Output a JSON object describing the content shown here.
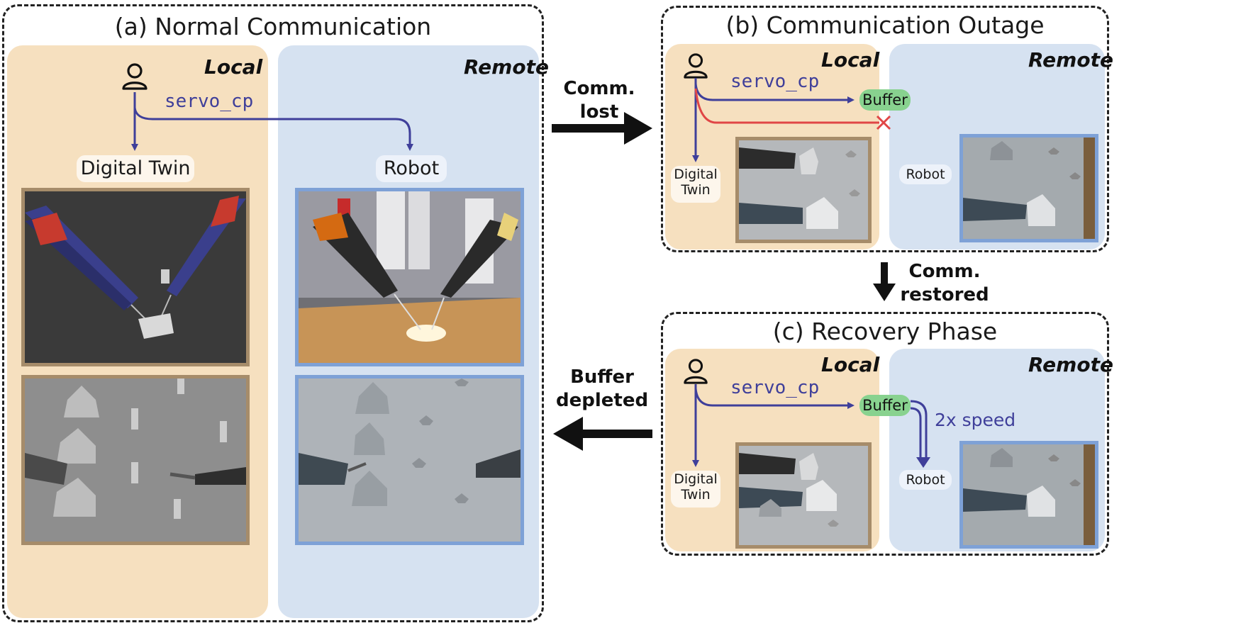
{
  "panels": {
    "a": {
      "title": "(a) Normal Communication",
      "local_label": "Local",
      "remote_label": "Remote",
      "command": "servo_cp",
      "twin_label": "Digital Twin",
      "robot_label": "Robot"
    },
    "b": {
      "title": "(b) Communication Outage",
      "local_label": "Local",
      "remote_label": "Remote",
      "command": "servo_cp",
      "buffer_label": "Buffer",
      "twin_label_1": "Digital",
      "twin_label_2": "Twin",
      "robot_label": "Robot"
    },
    "c": {
      "title": "(c) Recovery Phase",
      "local_label": "Local",
      "remote_label": "Remote",
      "command": "servo_cp",
      "buffer_label": "Buffer",
      "speed_label": "2x speed",
      "twin_label_1": "Digital",
      "twin_label_2": "Twin",
      "robot_label": "Robot"
    }
  },
  "transitions": {
    "lost": {
      "line1": "Comm.",
      "line2": "lost"
    },
    "restored": {
      "line1": "Comm.",
      "line2": "restored"
    },
    "depleted": {
      "line1": "Buffer",
      "line2": "depleted"
    }
  },
  "colors": {
    "local_bg": "#f6e0bf",
    "remote_bg": "#d6e2f1",
    "arrow_purple": "#3f3f9a",
    "fail_red": "#e04646",
    "buffer_green": "#88d28f",
    "sim_frame": "#a68c6a",
    "real_frame": "#7ea1d6"
  },
  "icons": {
    "operator": "person-outline-icon",
    "failure": "red-x-icon"
  }
}
